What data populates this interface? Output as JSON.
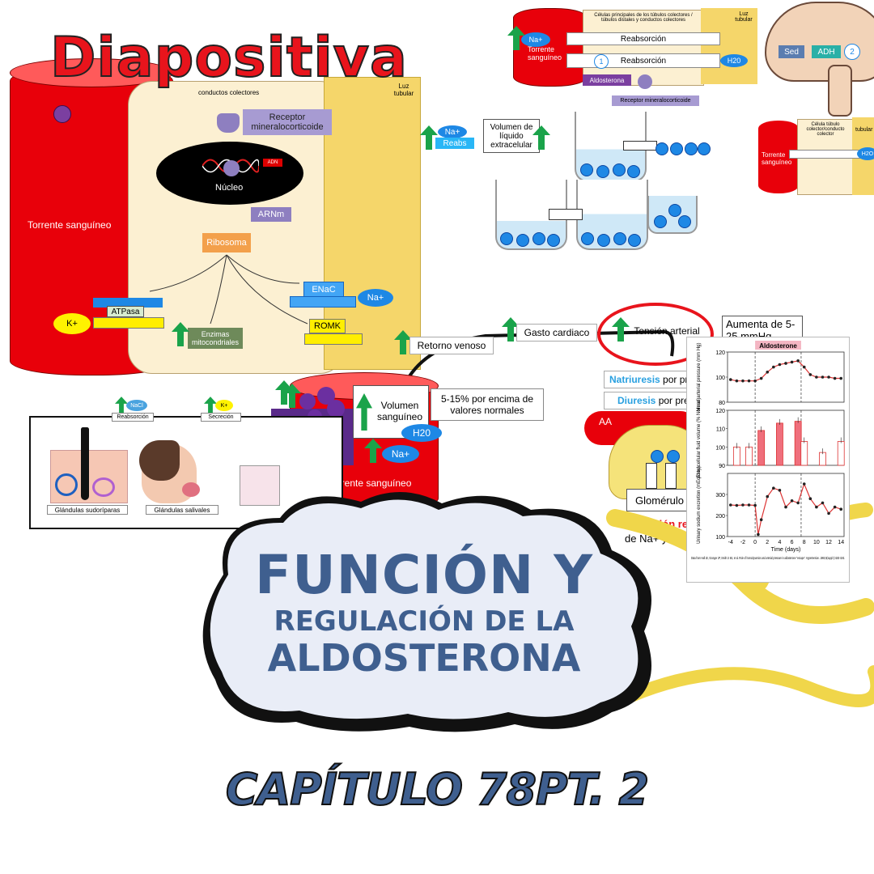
{
  "brand": {
    "stamp": "Diapositiva"
  },
  "title": {
    "line1": "FUNCIÓN Y",
    "line2": "REGULACIÓN DE LA",
    "line3": "ALDOSTERONA"
  },
  "chapter": "CAPÍTULO 78PT. 2",
  "cell": {
    "header": "conductos colectores",
    "lumen": "Luz tubular",
    "blood": "Torrente sanguíneo",
    "receptor": "Receptor mineralocorticoide",
    "nucleus": "Núcleo",
    "adn": "ADN",
    "mrna": "ARNm",
    "ribosome": "Ribosoma",
    "enac": "ENaC",
    "na": "Na+",
    "k": "K+",
    "atpase": "ATPasa",
    "enzymes": "Enzimas mitocondriales",
    "romk": "ROMK"
  },
  "top_cell": {
    "caption": "Células principales de los túbulos colectores / túbulos distales y conductos colectores",
    "lumen": "Luz tubular",
    "blood": "Torrente sanguíneo",
    "reab1": "Reabsorción",
    "reab2": "Reabsorción",
    "step": "1",
    "h2o": "H20",
    "na": "Na+",
    "aldo": "Aldosterona",
    "receptor": "Receptor mineralocorticoide"
  },
  "brain": {
    "sed": "Sed",
    "adh": "ADH",
    "step": "2"
  },
  "right_cell": {
    "caption": "Célula túbulo colector/conducto colector",
    "blood": "Torrente sanguíneo",
    "lumen": "tubular",
    "h2o": "H2O"
  },
  "volume": {
    "na": "Na+",
    "reabs": "Reabs",
    "ecf": "Volumen de líquido extracelular"
  },
  "flow": {
    "gasto": "Gasto cardiaco",
    "tension": "Tensión arterial",
    "aumenta": "Aumenta de 5-25 mmHg",
    "retorno": "Retorno venoso",
    "volumen": "Volumen sanguíneo",
    "porcentaje": "5-15% por encima de valores normales",
    "h2o": "H20",
    "na": "Na+",
    "natriuresis": "Natriuresis",
    "diuresis": "Diuresis",
    "por_presion": "por presión",
    "blood": "Torrente sanguíneo",
    "aa": "AA",
    "glomerulo": "Glomérulo",
    "excrecion": "Excreción renal",
    "na_agua": "de Na+ y agua"
  },
  "glands": {
    "nacl": "NaCl",
    "reab": "Reabsorción",
    "k": "K+",
    "secrecion": "Secreción",
    "sudor": "Glándulas sudoríparas",
    "saliva": "Glándulas salivales"
  },
  "chart_data": {
    "type": "line",
    "title": "Aldosterone",
    "xlabel": "Time (days)",
    "x_ticks": [
      -4,
      -2,
      0,
      2,
      4,
      6,
      8,
      10,
      12,
      14
    ],
    "aldosterone_period": [
      0,
      7.5
    ],
    "panels": [
      {
        "ylabel": "Mean arterial pressure (mm Hg)",
        "ylim": [
          80,
          120
        ],
        "y_ticks": [
          80,
          100,
          120
        ],
        "kind": "line",
        "x": [
          -4,
          -3,
          -2,
          -1,
          0,
          1,
          2,
          3,
          4,
          5,
          6,
          7,
          8,
          9,
          10,
          11,
          12,
          13,
          14
        ],
        "values": [
          98,
          97,
          97,
          97,
          97,
          99,
          104,
          108,
          110,
          111,
          112,
          113,
          108,
          102,
          100,
          100,
          100,
          99,
          99
        ]
      },
      {
        "ylabel": "Extracellular fluid volume (% Normal)",
        "ylim": [
          90,
          120
        ],
        "y_ticks": [
          90,
          100,
          110,
          120
        ],
        "kind": "bar",
        "x": [
          -3,
          -1,
          1,
          4,
          7,
          8,
          11,
          14
        ],
        "values": [
          100,
          100,
          109,
          113,
          114,
          103,
          97,
          103
        ],
        "filled": [
          false,
          false,
          true,
          true,
          true,
          false,
          false,
          false
        ]
      },
      {
        "ylabel": "Urinary sodium excretion (mEq/day)",
        "ylim": [
          100,
          400
        ],
        "y_ticks": [
          100,
          200,
          300
        ],
        "kind": "line",
        "x": [
          -4,
          -3,
          -2,
          -1,
          0,
          0.5,
          1,
          2,
          3,
          4,
          5,
          6,
          7,
          8,
          9,
          10,
          11,
          12,
          13,
          14
        ],
        "values": [
          250,
          248,
          250,
          250,
          248,
          110,
          180,
          290,
          330,
          320,
          240,
          270,
          260,
          350,
          280,
          240,
          260,
          210,
          240,
          230
        ]
      }
    ],
    "source": "Data from Hall JE, Granger JP, Smith Jr MJ, et al. Role of homodynamics and arterial pressure in aldosterone \"escape\". Hypertension. 1984;6(suppl I):I183-I192."
  }
}
